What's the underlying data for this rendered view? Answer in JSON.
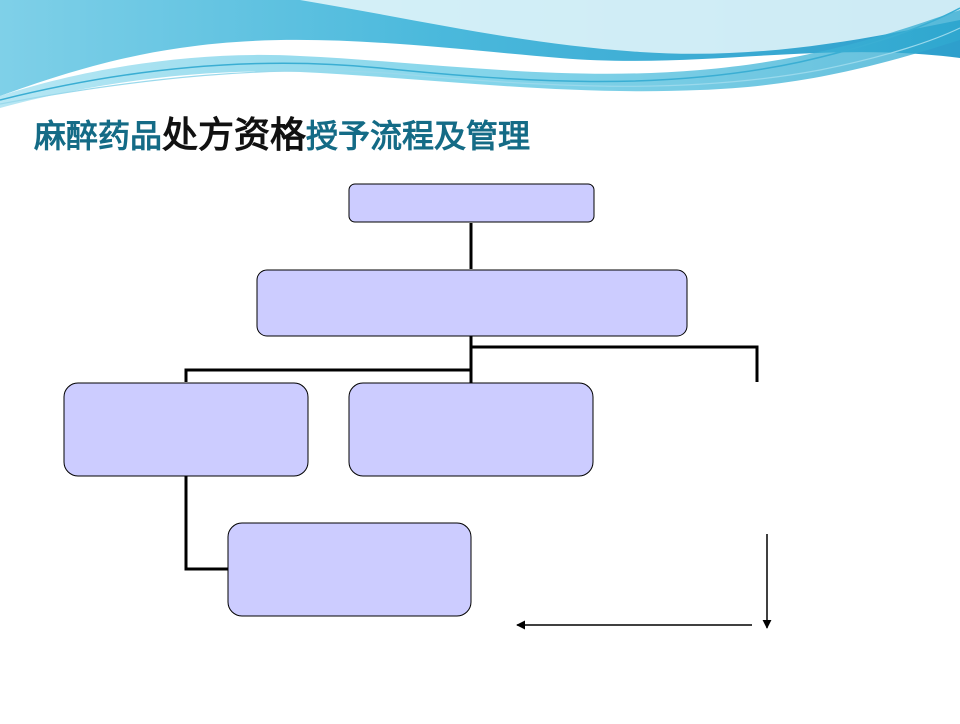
{
  "title": {
    "part1": "麻醉药品",
    "part2": "处方资格",
    "part3": "授予流程及管理"
  },
  "colors": {
    "title_teal": "#146b86",
    "title_black": "#111111",
    "box_fill": "#ccccff",
    "box_stroke": "#000000",
    "wave_light": "#cfeef6",
    "wave_mid": "#7fd3e8",
    "wave_dark": "#39b5d8"
  },
  "decorations": {
    "header_wave": "wave-banner"
  }
}
